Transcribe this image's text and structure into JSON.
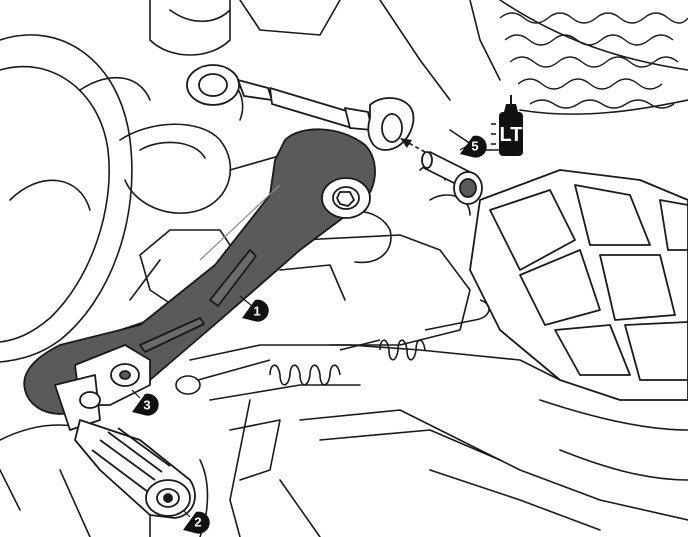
{
  "callouts": [
    {
      "id": "1",
      "label": "1"
    },
    {
      "id": "2",
      "label": "2"
    },
    {
      "id": "3",
      "label": "3"
    },
    {
      "id": "5",
      "label": "5"
    }
  ],
  "threadlocker": {
    "label": "LT",
    "icon": "threadlocker-bottle-icon"
  },
  "colors": {
    "lever": "#5a5a5a",
    "line": "#1a1a1a",
    "callout": "#111111",
    "background": "#ffffff"
  }
}
